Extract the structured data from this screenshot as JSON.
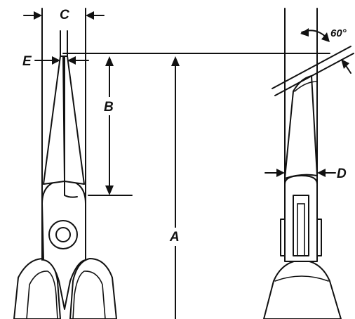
{
  "dimensions": {
    "a": "A",
    "b": "B",
    "c": "C",
    "d": "D",
    "e": "E"
  },
  "angle": "60°",
  "colors": {
    "line": "#111111",
    "background": "#ffffff"
  }
}
